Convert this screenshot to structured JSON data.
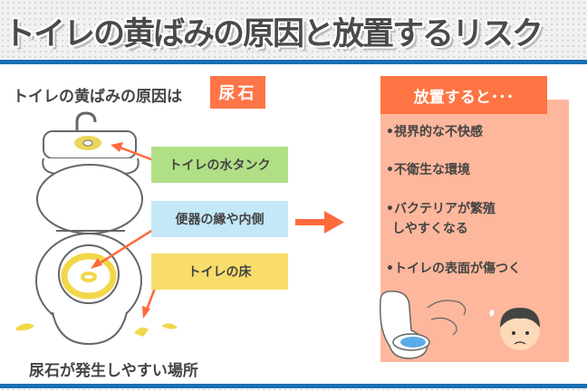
{
  "header": {
    "title": "トイレの黄ばみの原因と放置するリスク"
  },
  "left": {
    "subtitle": "トイレの黄ばみの原因は",
    "cause_tag": "尿石",
    "labels": [
      {
        "text": "トイレの水タンク",
        "color": "#b1df86"
      },
      {
        "text": "便器の縁や内側",
        "color": "#c3e8f7"
      },
      {
        "text": "トイレの床",
        "color": "#f8dd6b"
      }
    ],
    "caption": "尿石が発生しやすい場所"
  },
  "right": {
    "heading": "放置すると･･･",
    "items": [
      "•視界的な不快感",
      "•不衛生な環境",
      "•バクテリアが繁殖",
      "しやすくなる",
      "•トイレの表面が傷つく"
    ]
  },
  "colors": {
    "accent": "#ff7443",
    "blue_line": "#1a6fb5",
    "panel": "#fdb79c"
  }
}
